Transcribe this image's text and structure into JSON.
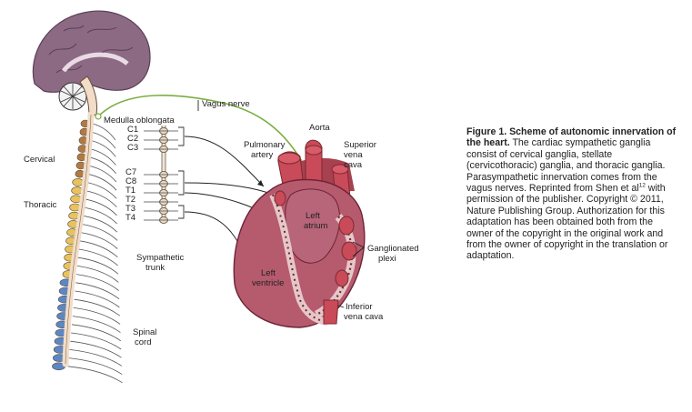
{
  "diagram": {
    "labels": {
      "vagus_nerve": "Vagus nerve",
      "medulla": "Medulla oblongata",
      "aorta": "Aorta",
      "pulmonary_artery_1": "Pulmonary",
      "pulmonary_artery_2": "artery",
      "superior_vena_cava_1": "Superior",
      "superior_vena_cava_2": "vena",
      "superior_vena_cava_3": "cava",
      "cervical": "Cervical",
      "thoracic": "Thoracic",
      "c1": "C1",
      "c2": "C2",
      "c3": "C3",
      "c7": "C7",
      "c8": "C8",
      "t1": "T1",
      "t2": "T2",
      "t3": "T3",
      "t4": "T4",
      "left_atrium_1": "Left",
      "left_atrium_2": "atrium",
      "ganglionated_plexi_1": "Ganglionated",
      "ganglionated_plexi_2": "plexi",
      "sympathetic_trunk_1": "Sympathetic",
      "sympathetic_trunk_2": "trunk",
      "left_ventricle_1": "Left",
      "left_ventricle_2": "ventricle",
      "inferior_vena_cava_1": "Inferior",
      "inferior_vena_cava_2": "vena cava",
      "spinal_cord_1": "Spinal",
      "spinal_cord_2": "cord"
    },
    "colors": {
      "brain": "#8c6a83",
      "brain_outline": "#5a3f55",
      "spinal_cord": "#f1ddc8",
      "cervical_vertebra": "#b07a45",
      "thoracic_vertebra": "#e8c25e",
      "lumbar_vertebra": "#5d86c4",
      "vagus_nerve": "#7cae42",
      "heart": "#b65a6e",
      "heart_dark": "#8a3548",
      "vessel": "#c94a58",
      "ganglia": "#6a2a2a"
    }
  },
  "caption": {
    "title": "Figure 1. Scheme of autonomic innervation of the heart.",
    "text_1": " The cardiac sympathetic ganglia consist of cervical ganglia, stellate (cervicothoracic) ganglia, and thoracic ganglia. Parasympathetic innervation comes from the vagus nerves. Reprinted from Shen et al",
    "ref": "12",
    "text_2": " with permission of the publisher. Copyright © 2011, Nature Publishing Group. Authorization for this adaptation has been obtained both from the owner of the copyright in the original work and from the owner of copyright in the translation or adaptation."
  }
}
